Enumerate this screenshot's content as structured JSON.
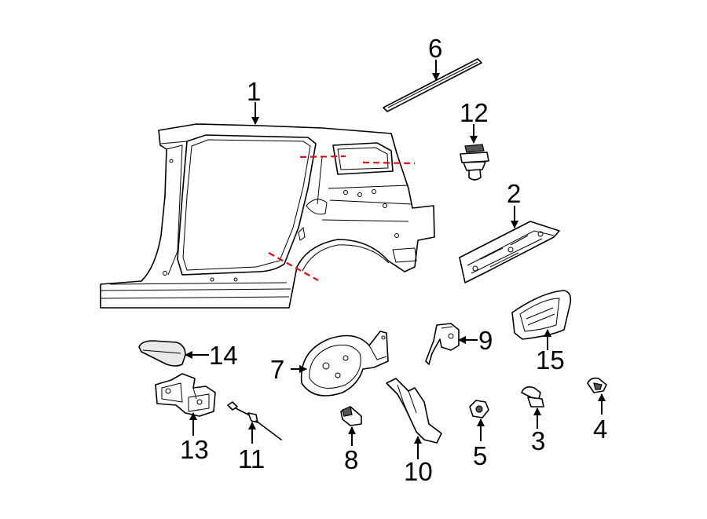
{
  "callouts": {
    "c1": "1",
    "c2": "2",
    "c3": "3",
    "c4": "4",
    "c5": "5",
    "c6": "6",
    "c7": "7",
    "c8": "8",
    "c9": "9",
    "c10": "10",
    "c11": "11",
    "c12": "12",
    "c13": "13",
    "c14": "14",
    "c15": "15"
  },
  "colors": {
    "cut_line": "#e01010",
    "line": "#000000",
    "background": "#ffffff"
  }
}
